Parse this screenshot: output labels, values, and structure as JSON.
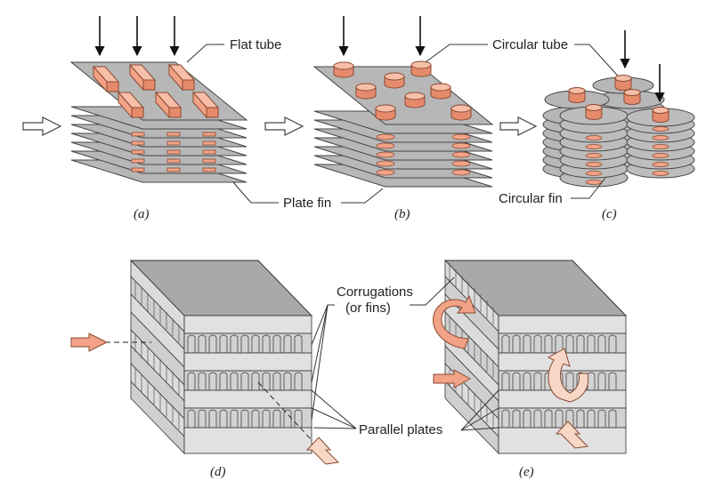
{
  "labels": {
    "flat_tube": "Flat tube",
    "circular_tube": "Circular tube",
    "plate_fin": "Plate fin",
    "circular_fin": "Circular fin",
    "corrugations_1": "Corrugations",
    "corrugations_2": "(or fins)",
    "parallel_plates": "Parallel plates"
  },
  "captions": {
    "a": "(a)",
    "b": "(b)",
    "c": "(c)",
    "d": "(d)",
    "e": "(e)"
  },
  "colors": {
    "tube": "#f2a286",
    "tube_edge": "#b25f42",
    "plate": "#b7b7b7",
    "plate_dark": "#8f8f8f",
    "block_top": "#a9a9a9",
    "block_side": "#c9c9c9",
    "block_front": "#e1e1e1",
    "arrow_pale": "#f8d7c6"
  }
}
